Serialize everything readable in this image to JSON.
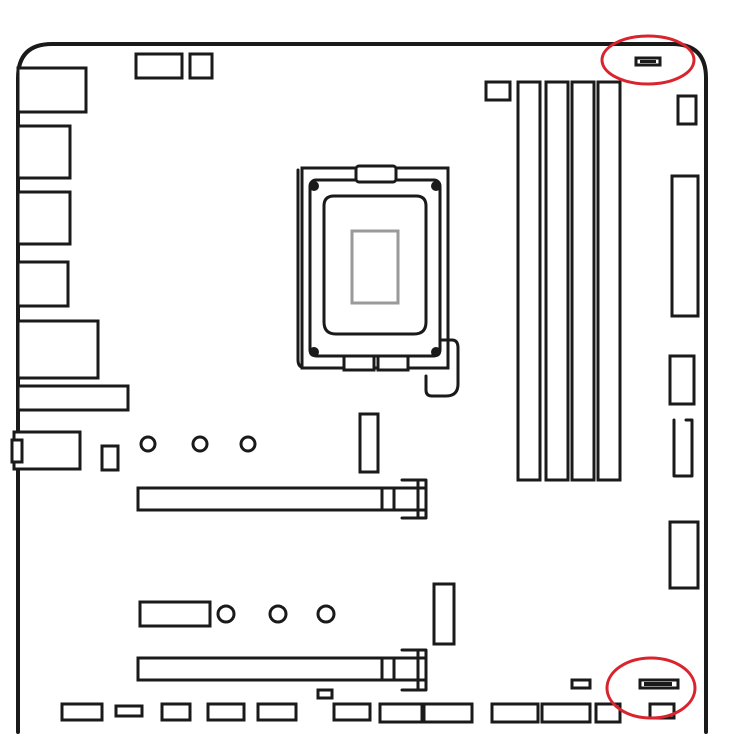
{
  "diagram": {
    "subject": "motherboard-layout",
    "colors": {
      "outline": "#1a1a1a",
      "background": "#ffffff",
      "highlight": "#d9232d",
      "cpu-window": "#9a9a9a"
    },
    "dimm_slot_count": 4,
    "pcie_x16_slot_count": 2,
    "highlighted_connector_count": 2
  }
}
